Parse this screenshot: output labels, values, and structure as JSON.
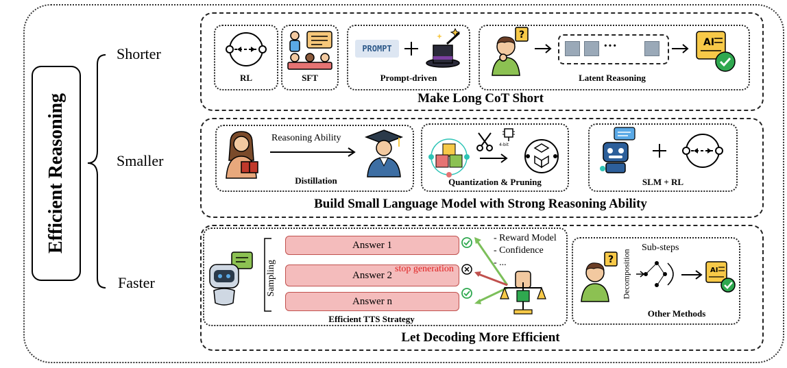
{
  "root_label": "Efficient Reasoning",
  "branches": {
    "shorter": "Shorter",
    "smaller": "Smaller",
    "faster": "Faster"
  },
  "shorter": {
    "title": "Make Long CoT Short",
    "rl": "RL",
    "sft": "SFT",
    "prompt_word": "PROMPT",
    "prompt_driven": "Prompt-driven",
    "latent": "Latent Reasoning",
    "latent_dots": "···"
  },
  "smaller": {
    "title": "Build Small Language Model with Strong Reasoning Ability",
    "reasoning_ability": "Reasoning Ability",
    "distillation": "Distillation",
    "quant_pruning": "Quantization & Pruning",
    "chip_label": "4-bit",
    "slm_rl": "SLM + RL"
  },
  "faster": {
    "title": "Let Decoding More Efficient",
    "sampling": "Sampling",
    "answers": [
      "Answer 1",
      "Answer 2",
      "Answer n"
    ],
    "stop_generation": "stop generation",
    "criteria": [
      "- Reward Model",
      "- Confidence",
      "- ..."
    ],
    "tts": "Efficient TTS Strategy",
    "sub_steps": "Sub-steps",
    "decomposition": "Decomposition",
    "other_methods": "Other Methods"
  },
  "colors": {
    "answer_fill": "#f4bcbc",
    "check": "#2fa84f",
    "stop_text": "#e02020",
    "green_arrow": "#7cbf5a",
    "red_arrow": "#c0504d",
    "node_blue": "#9aa9b8"
  }
}
